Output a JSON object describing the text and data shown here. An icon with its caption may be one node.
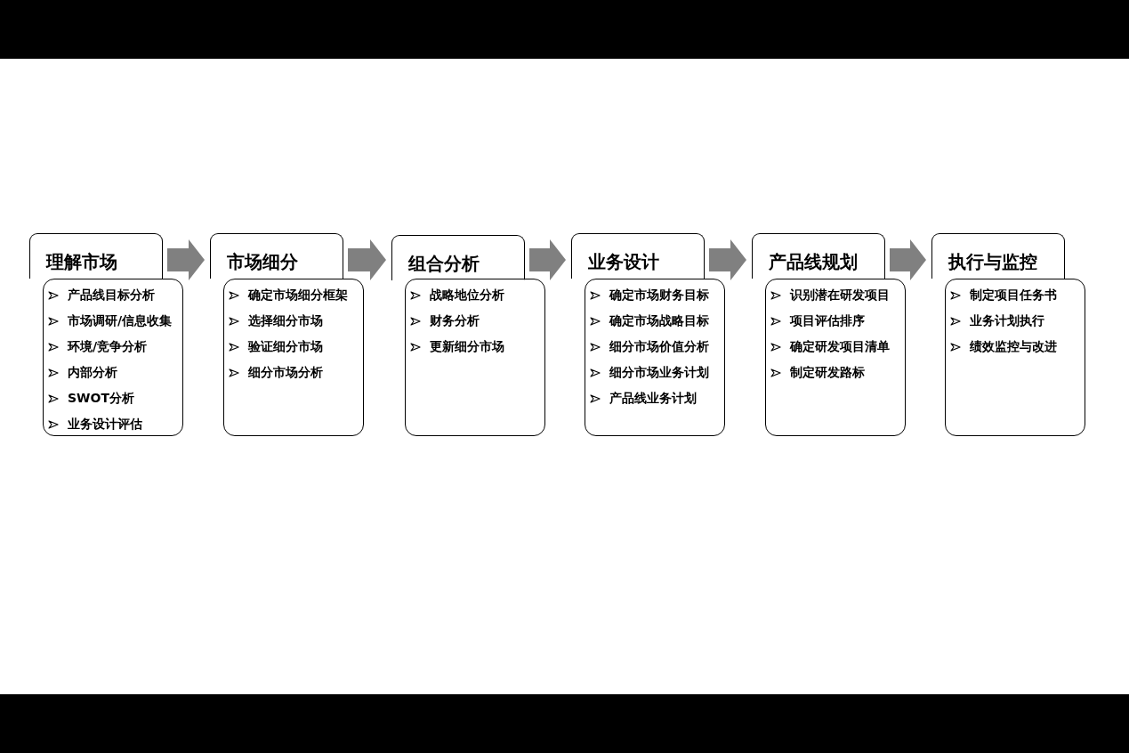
{
  "diagram": {
    "nodes": [
      {
        "text": [
          "理解市场"
        ]
      },
      {
        "text": [
          "产品线目标分析",
          "市场调研/信息收集",
          "环境/竞争分析",
          "内部分析",
          "SWOT分析",
          "业务设计评估"
        ]
      },
      {
        "text": [
          "市场细分"
        ]
      },
      {
        "text": [
          "确定市场细分框架",
          "选择细分市场",
          "验证细分市场",
          "细分市场分析"
        ]
      },
      {
        "text": [
          "组合分析"
        ]
      },
      {
        "text": [
          "战略地位分析",
          "财务分析",
          "更新细分市场"
        ]
      },
      {
        "text": [
          "业务设计"
        ]
      },
      {
        "text": [
          "确定市场财务目标",
          "确定市场战略目标",
          "细分市场价值分析",
          "细分市场业务计划",
          "产品线业务计划"
        ]
      },
      {
        "text": [
          "产品线规划"
        ]
      },
      {
        "text": [
          "识别潜在研发项目",
          "项目评估排序",
          "确定研发项目清单",
          "制定研发路标"
        ]
      },
      {
        "text": [
          "执行与监控"
        ]
      },
      {
        "text": [
          "制定项目任务书",
          "业务计划执行",
          "绩效监控与改进"
        ]
      }
    ],
    "edges": [
      {
        "from": 0,
        "to": 2,
        "arrow": "to"
      },
      {
        "from": 2,
        "to": 4,
        "arrow": "to"
      },
      {
        "from": 4,
        "to": 6,
        "arrow": "to"
      },
      {
        "from": 6,
        "to": 8,
        "arrow": "to"
      },
      {
        "from": 8,
        "to": 10,
        "arrow": "to"
      }
    ]
  }
}
